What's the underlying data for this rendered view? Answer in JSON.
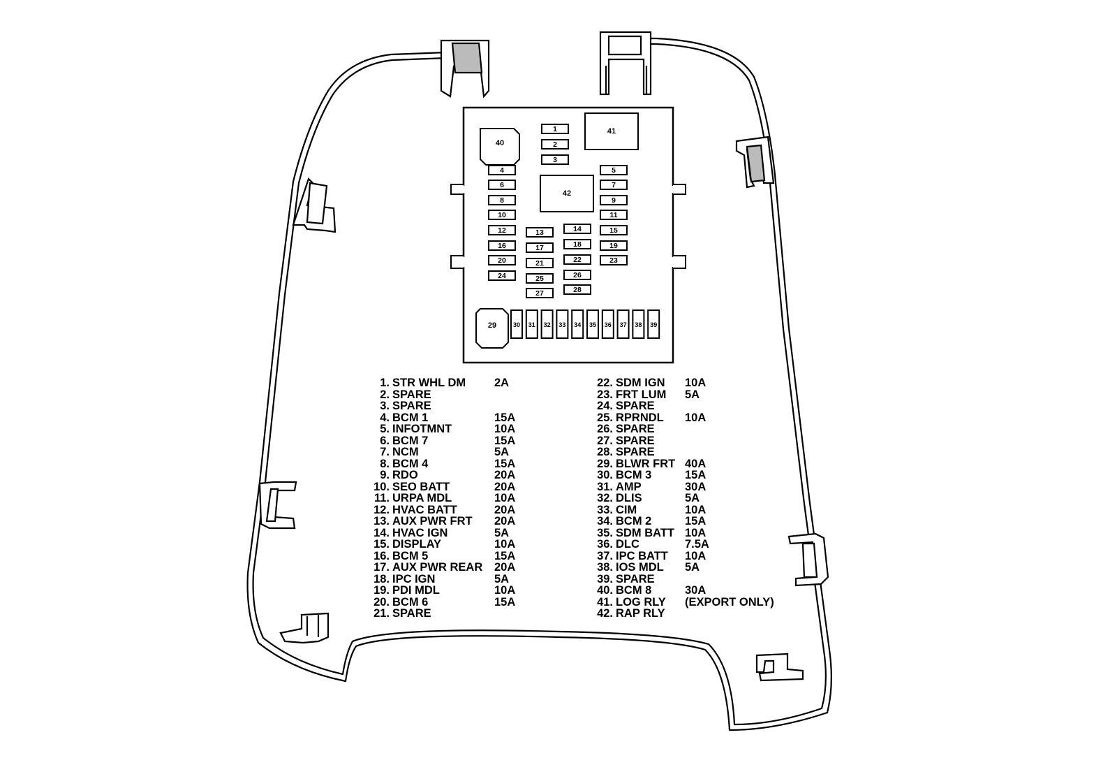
{
  "diagram": {
    "fuses_small": [
      {
        "id": "1"
      },
      {
        "id": "2"
      },
      {
        "id": "3"
      },
      {
        "id": "4"
      },
      {
        "id": "5"
      },
      {
        "id": "6"
      },
      {
        "id": "7"
      },
      {
        "id": "8"
      },
      {
        "id": "9"
      },
      {
        "id": "10"
      },
      {
        "id": "11"
      },
      {
        "id": "12"
      },
      {
        "id": "13"
      },
      {
        "id": "14"
      },
      {
        "id": "15"
      },
      {
        "id": "16"
      },
      {
        "id": "17"
      },
      {
        "id": "18"
      },
      {
        "id": "19"
      },
      {
        "id": "20"
      },
      {
        "id": "21"
      },
      {
        "id": "22"
      },
      {
        "id": "23"
      },
      {
        "id": "24"
      },
      {
        "id": "25"
      },
      {
        "id": "26"
      },
      {
        "id": "27"
      },
      {
        "id": "28"
      }
    ],
    "fuses_vertical": [
      "30",
      "31",
      "32",
      "33",
      "34",
      "35",
      "36",
      "37",
      "38",
      "39"
    ],
    "relays": {
      "r29": "29",
      "r40": "40",
      "r41": "41",
      "r42": "42"
    }
  },
  "legend_left": [
    {
      "num": "1.",
      "name": "STR WHL DM",
      "amp": "2A"
    },
    {
      "num": "2.",
      "name": "SPARE",
      "amp": ""
    },
    {
      "num": "3.",
      "name": "SPARE",
      "amp": ""
    },
    {
      "num": "4.",
      "name": "BCM 1",
      "amp": "15A"
    },
    {
      "num": "5.",
      "name": "INFOTMNT",
      "amp": "10A"
    },
    {
      "num": "6.",
      "name": "BCM 7",
      "amp": "15A"
    },
    {
      "num": "7.",
      "name": "NCM",
      "amp": "5A"
    },
    {
      "num": "8.",
      "name": "BCM 4",
      "amp": "15A"
    },
    {
      "num": "9.",
      "name": "RDO",
      "amp": "20A"
    },
    {
      "num": "10.",
      "name": "SEO BATT",
      "amp": "20A"
    },
    {
      "num": "11.",
      "name": "URPA MDL",
      "amp": "10A"
    },
    {
      "num": "12.",
      "name": "HVAC BATT",
      "amp": "20A"
    },
    {
      "num": "13.",
      "name": "AUX PWR FRT",
      "amp": "20A"
    },
    {
      "num": "14.",
      "name": "HVAC IGN",
      "amp": "5A"
    },
    {
      "num": "15.",
      "name": "DISPLAY",
      "amp": "10A"
    },
    {
      "num": "16.",
      "name": "BCM 5",
      "amp": "15A"
    },
    {
      "num": "17.",
      "name": "AUX PWR REAR",
      "amp": "20A"
    },
    {
      "num": "18.",
      "name": "IPC IGN",
      "amp": "5A"
    },
    {
      "num": "19.",
      "name": "PDI MDL",
      "amp": "10A"
    },
    {
      "num": "20.",
      "name": "BCM 6",
      "amp": "15A"
    },
    {
      "num": "21.",
      "name": "SPARE",
      "amp": ""
    }
  ],
  "legend_right": [
    {
      "num": "22.",
      "name": "SDM IGN",
      "amp": "10A"
    },
    {
      "num": "23.",
      "name": "FRT LUM",
      "amp": "5A"
    },
    {
      "num": "24.",
      "name": "SPARE",
      "amp": ""
    },
    {
      "num": "25.",
      "name": "RPRNDL",
      "amp": "10A"
    },
    {
      "num": "26.",
      "name": "SPARE",
      "amp": ""
    },
    {
      "num": "27.",
      "name": "SPARE",
      "amp": ""
    },
    {
      "num": "28.",
      "name": "SPARE",
      "amp": ""
    },
    {
      "num": "29.",
      "name": "BLWR FRT",
      "amp": "40A"
    },
    {
      "num": "30.",
      "name": "BCM 3",
      "amp": "15A"
    },
    {
      "num": "31.",
      "name": "AMP",
      "amp": "30A"
    },
    {
      "num": "32.",
      "name": "DLIS",
      "amp": "5A"
    },
    {
      "num": "33.",
      "name": "CIM",
      "amp": "10A"
    },
    {
      "num": "34.",
      "name": "BCM 2",
      "amp": "15A"
    },
    {
      "num": "35.",
      "name": "SDM BATT",
      "amp": "10A"
    },
    {
      "num": "36.",
      "name": "DLC",
      "amp": "7.5A"
    },
    {
      "num": "37.",
      "name": "IPC BATT",
      "amp": "10A"
    },
    {
      "num": "38.",
      "name": "IOS MDL",
      "amp": "5A"
    },
    {
      "num": "39.",
      "name": "SPARE",
      "amp": ""
    },
    {
      "num": "40.",
      "name": "BCM 8",
      "amp": "30A"
    },
    {
      "num": "41.",
      "name": "LOG RLY",
      "amp": "(EXPORT ONLY)"
    },
    {
      "num": "42.",
      "name": "RAP RLY",
      "amp": ""
    }
  ]
}
